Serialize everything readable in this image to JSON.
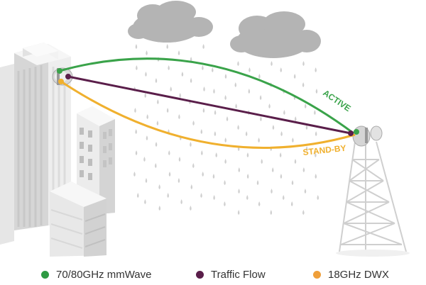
{
  "labels": {
    "active": "ACTIVE",
    "standby": "STAND-BY"
  },
  "legend": [
    {
      "label": "70/80GHz mmWave",
      "color": "#2e9a43"
    },
    {
      "label": "Traffic Flow",
      "color": "#5a1e4a"
    },
    {
      "label": "18GHz DWX",
      "color": "#ef9f3a"
    }
  ],
  "colors": {
    "active_link": "#3aa34a",
    "traffic_link": "#5a1e4a",
    "standby_link": "#f0b02e",
    "cloud": "#b3b3b3",
    "rain": "#cfcfcf",
    "building_light": "#f0f0f0",
    "building_shade": "#d2d2d2",
    "tower": "#cfcfcf"
  }
}
